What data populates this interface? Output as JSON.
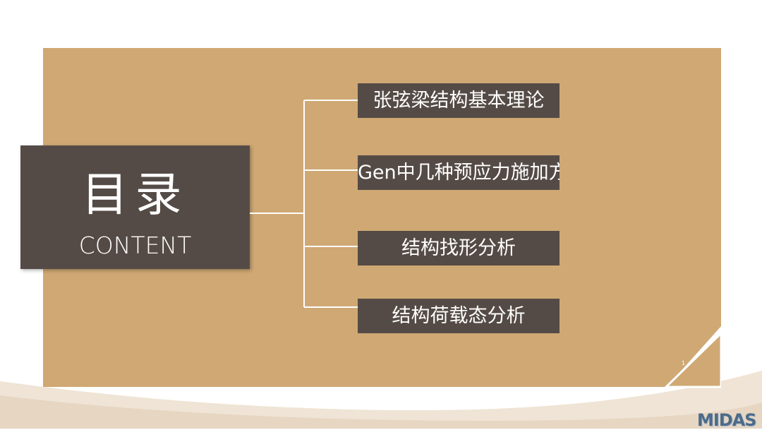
{
  "title": {
    "main": "目录",
    "sub": "CONTENT"
  },
  "menu": {
    "items": [
      {
        "label": "张弦梁结构基本理论"
      },
      {
        "label": "Gen中几种预应力施加方式"
      },
      {
        "label": "结构找形分析"
      },
      {
        "label": "结构荷载态分析"
      }
    ]
  },
  "page_number": "1",
  "logo": {
    "text": "MIDAS"
  },
  "colors": {
    "panel": "#cfa874",
    "box": "#554b46",
    "text": "#ffffff",
    "wave": "#efe4d5",
    "logo": "#4d6a88"
  }
}
